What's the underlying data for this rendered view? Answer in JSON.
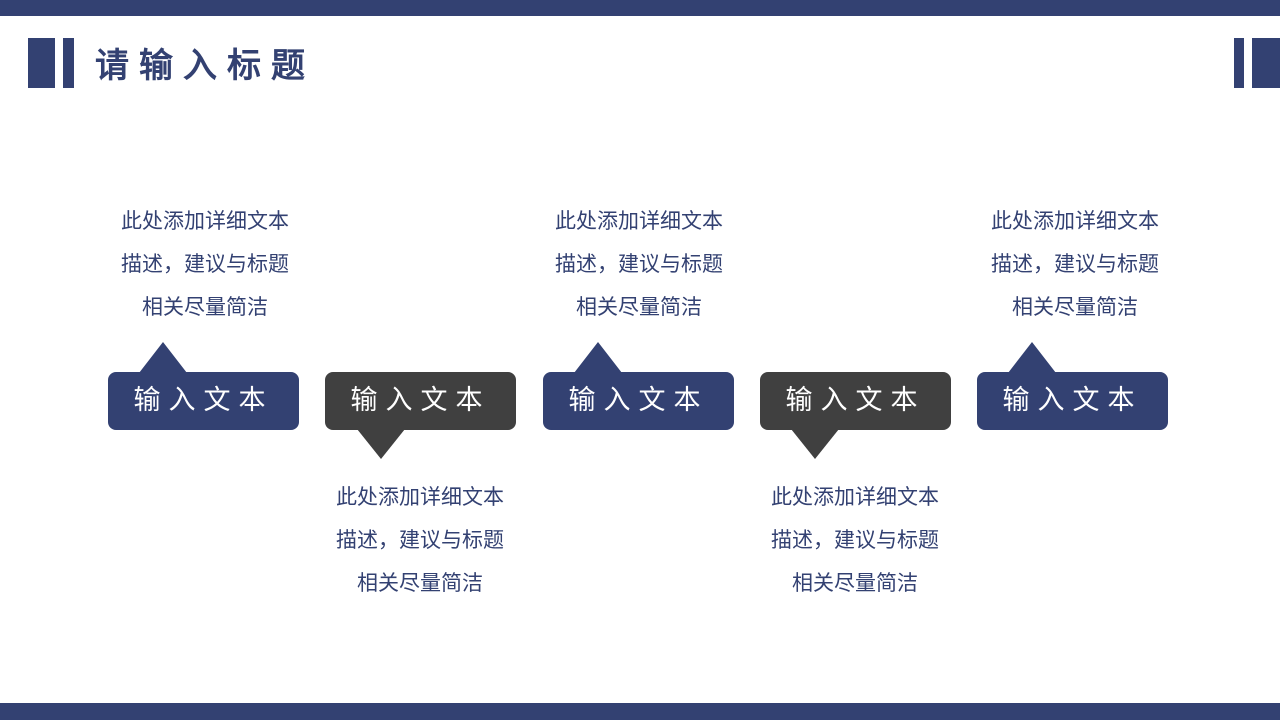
{
  "slide": {
    "title": "请输入标题",
    "colors": {
      "primary": "#334172",
      "dark": "#404040",
      "text_on_box": "#ffffff"
    }
  },
  "steps": [
    {
      "label": "输入文本",
      "style": "blue",
      "pointer": "up",
      "desc_position": "above",
      "desc": [
        "此处添加详细文本",
        "描述，建议与标题",
        "相关尽量简洁"
      ]
    },
    {
      "label": "输入文本",
      "style": "dark",
      "pointer": "down",
      "desc_position": "below",
      "desc": [
        "此处添加详细文本",
        "描述，建议与标题",
        "相关尽量简洁"
      ]
    },
    {
      "label": "输入文本",
      "style": "blue",
      "pointer": "up",
      "desc_position": "above",
      "desc": [
        "此处添加详细文本",
        "描述，建议与标题",
        "相关尽量简洁"
      ]
    },
    {
      "label": "输入文本",
      "style": "dark",
      "pointer": "down",
      "desc_position": "below",
      "desc": [
        "此处添加详细文本",
        "描述，建议与标题",
        "相关尽量简洁"
      ]
    },
    {
      "label": "输入文本",
      "style": "blue",
      "pointer": "up",
      "desc_position": "above",
      "desc": [
        "此处添加详细文本",
        "描述，建议与标题",
        "相关尽量简洁"
      ]
    }
  ]
}
